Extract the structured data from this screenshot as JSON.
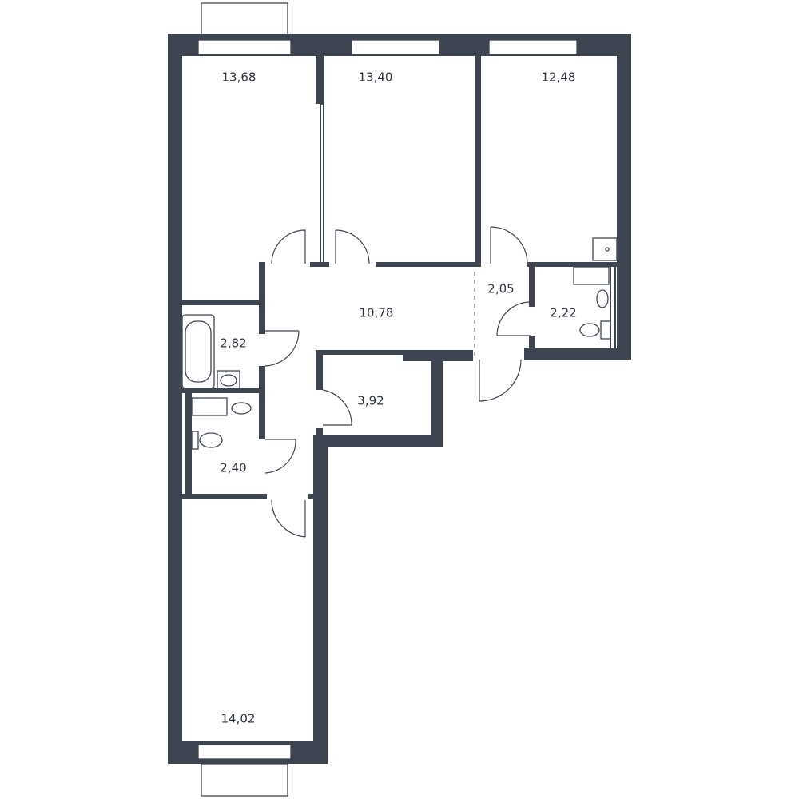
{
  "rooms": [
    {
      "id": "bedroom-top-left",
      "area": "13,68"
    },
    {
      "id": "bedroom-top-middle",
      "area": "13,40"
    },
    {
      "id": "bedroom-top-right",
      "area": "12,48"
    },
    {
      "id": "hallway",
      "area": "10,78"
    },
    {
      "id": "corridor",
      "area": "2,05"
    },
    {
      "id": "bathroom-right",
      "area": "2,22"
    },
    {
      "id": "bathroom-left",
      "area": "2,82"
    },
    {
      "id": "storage",
      "area": "3,92"
    },
    {
      "id": "toilet",
      "area": "2,40"
    },
    {
      "id": "bedroom-bottom",
      "area": "14,02"
    }
  ],
  "colors": {
    "wall": "#3f4550",
    "background": "#ffffff"
  }
}
